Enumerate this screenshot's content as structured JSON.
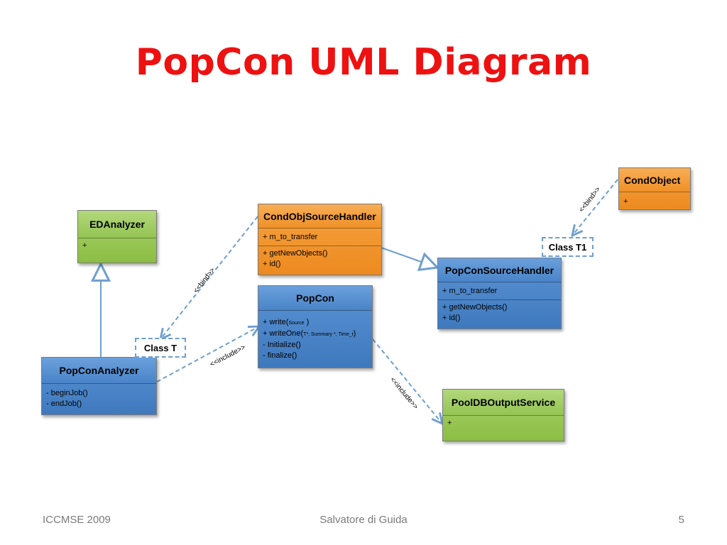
{
  "slide": {
    "title": "PopCon UML Diagram",
    "footer_left": "ICCMSE 2009",
    "footer_center": "Salvatore di Guida",
    "page_number": "5"
  },
  "classes": {
    "edanalyzer": {
      "name": "EDAnalyzer",
      "members": "+"
    },
    "condobjsourcehandler": {
      "name": "CondObjSourceHandler",
      "attribute": "+ m_to_transfer",
      "methods": [
        "+ getNewObjects()",
        "+ id()"
      ]
    },
    "popcon": {
      "name": "PopCon",
      "write_prefix": "+ write(",
      "write_args": "Source",
      "write_suffix": " )",
      "writeone_prefix": "+ writeOne(",
      "writeone_args": "T*, Summary *, Time_t",
      "writeone_suffix": ")",
      "initialize": "-  Initialize()",
      "finalize": "-  finalize()"
    },
    "popconsourcehandler": {
      "name": "PopConSourceHandler",
      "attribute": "+ m_to_transfer",
      "methods": [
        "+ getNewObjects()",
        "+ id()"
      ]
    },
    "condobject": {
      "name": "CondObject",
      "members": "+"
    },
    "popconanalyzer": {
      "name": "PopConAnalyzer",
      "methods": [
        "- beginJob()",
        "- endJob()"
      ]
    },
    "pooldboutputservice": {
      "name": "PoolDBOutputService",
      "members": "+"
    }
  },
  "template_params": {
    "class_t": "Class T",
    "class_t1": "Class T1"
  },
  "stereotypes": {
    "bind_left": "<<bind>>",
    "bind_right": "<<bind>>",
    "include_left": "<<include>>",
    "include_right": "<<include>>"
  },
  "colors": {
    "title": "#ee1111",
    "connector": "#6e9fcf",
    "green_class": "#9bc95a",
    "orange_class": "#f29a30",
    "blue_class": "#4a84c8"
  }
}
